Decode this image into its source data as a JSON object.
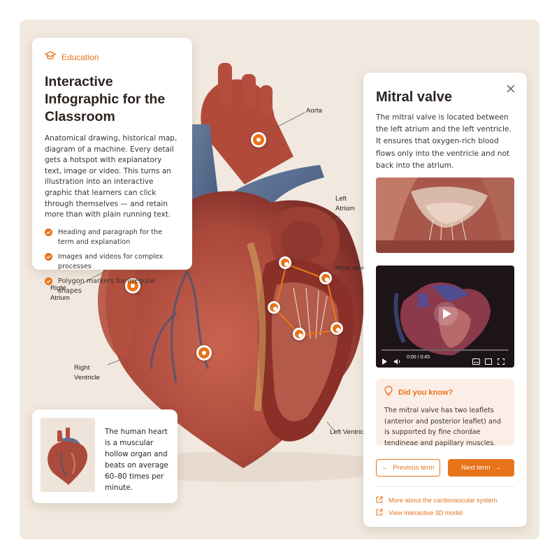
{
  "intro": {
    "category": "Education",
    "title": "Interactive Infographic for the Classroom",
    "body": "Anatomical drawing, historical map, diagram of a machine. Every detail gets a hotspot with explanatory text, image or video. This turns an illustration into an interactive graphic that learners can click through themselves — and retain more than with plain running text.",
    "features": [
      "Heading and paragraph for the term and explanation",
      "Images and videos for complex processes",
      "Polygon markers for irregular shapes"
    ]
  },
  "labels": {
    "aorta": "Aorta",
    "left_atrium": "Left Atrium",
    "mitral_valve": "Mitral valve",
    "right_atrium": "Right Atrium",
    "right_ventricle": "Right Ventricle",
    "left_ventricle": "Left Ventricle"
  },
  "fact": {
    "text": "The human heart is a muscular hollow organ and beats on average 60–80 times per minute."
  },
  "panel": {
    "title": "Mitral valve",
    "body": "The mitral valve is located between the left atrium and the left ventricle. It ensures that oxygen-rich blood flows only into the ventricle and not back into the atrium.",
    "video_time": "0:00 / 0:45",
    "tip_title": "Did you know?",
    "tip_body": "The mitral valve has two leaflets (anterior and posterior leaflet) and is supported by fine chordae tendineae and papillary muscles.",
    "prev_label": "Previous term",
    "next_label": "Next term",
    "links": [
      "More about the cardiovascular system",
      "View interactive 3D model"
    ]
  },
  "colors": {
    "accent": "#e8731a",
    "background": "#f1e8df",
    "tip_background": "#fbeee6"
  },
  "icons": {
    "category": "graduation-cap-icon",
    "feature": "check-circle-icon",
    "tip": "lightbulb-icon",
    "close": "close-icon",
    "link": "external-link-icon"
  }
}
